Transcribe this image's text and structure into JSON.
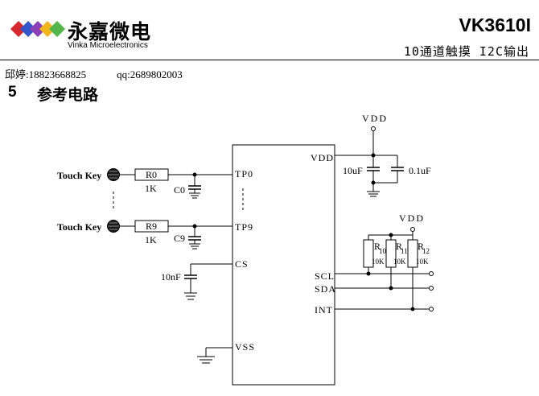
{
  "header": {
    "brand_cn": "永嘉微电",
    "brand_en": "Vinka Microelectronics",
    "logo_colors": [
      "#d7262e",
      "#3355c7",
      "#8a3fb8",
      "#f2b61c",
      "#54b54a"
    ],
    "title": "VK3610I",
    "subtitle": "10通道触摸 I2C输出"
  },
  "contact": {
    "phone_label": "邱婷:",
    "phone": "18823668825",
    "qq_label": "qq:",
    "qq": "2689802003"
  },
  "section": {
    "number": "5",
    "title": "参考电路"
  },
  "schematic": {
    "chip_pins_left": [
      "TP0",
      "TP9",
      "CS",
      "VSS"
    ],
    "chip_pins_right": [
      "VDD",
      "SCL",
      "SDA",
      "INT"
    ],
    "touch_key_label": "Touch Key",
    "resistor_top": {
      "name": "R0",
      "value": "1K"
    },
    "resistor_bottom": {
      "name": "R9",
      "value": "1K"
    },
    "cap_top": "C0",
    "cap_bottom": "C9",
    "cs_cap": "10nF",
    "vdd_label": "VDD",
    "decoupling": [
      "10uF",
      "0.1uF"
    ],
    "pullups": [
      {
        "name": "R",
        "sub": "10",
        "value": "10K"
      },
      {
        "name": "R",
        "sub": "11",
        "value": "10K"
      },
      {
        "name": "R",
        "sub": "12",
        "value": "10K"
      }
    ]
  }
}
